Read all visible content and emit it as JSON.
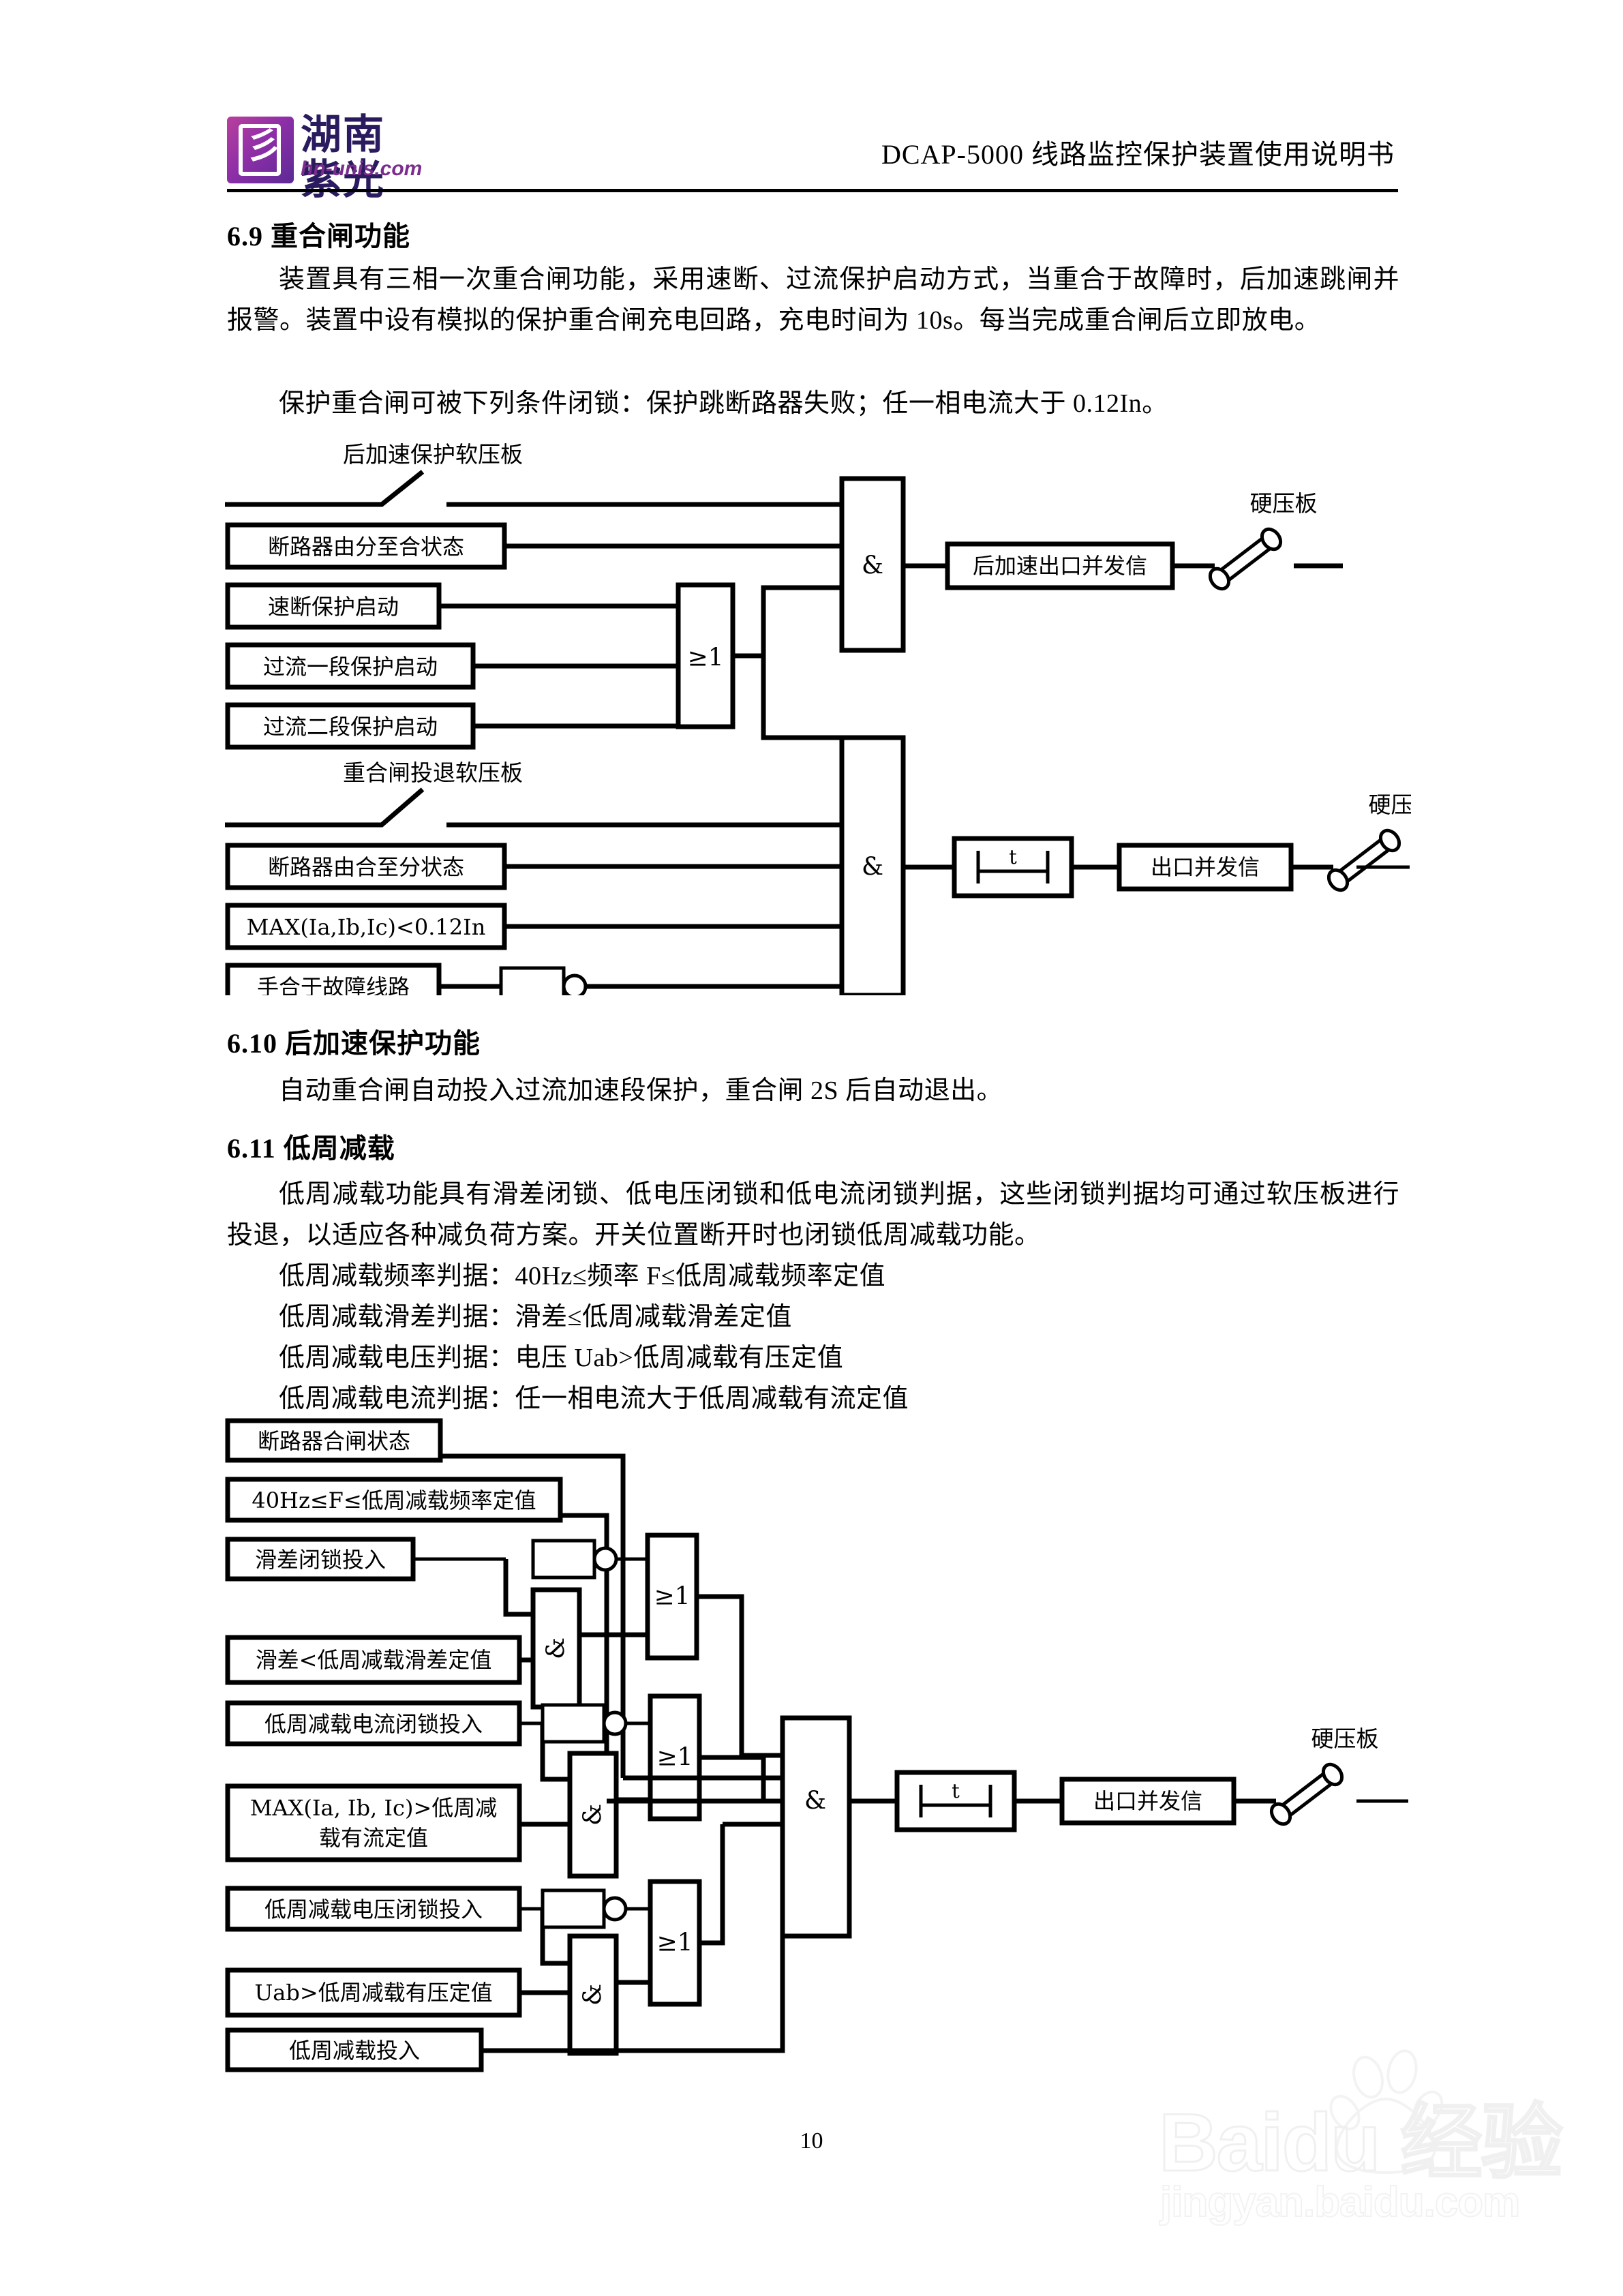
{
  "header": {
    "logo_cn": "湖南紫光",
    "logo_url": "hn-unis.com",
    "logo_bolt": "彡",
    "title": "DCAP-5000 线路监控保护装置使用说明书"
  },
  "sections": [
    {
      "number_title": "6.9  重合闸功能",
      "paragraphs": [
        "装置具有三相一次重合闸功能，采用速断、过流保护启动方式，当重合于故障时，后加速跳闸并报警。装置中设有模拟的保护重合闸充电回路，充电时间为 10s。每当完成重合闸后立即放电。",
        "保护重合闸可被下列条件闭锁：保护跳断路器失败；任一相电流大于 0.12In。"
      ]
    },
    {
      "number_title": "6.10  后加速保护功能",
      "paragraphs": [
        "自动重合闸自动投入过流加速段保护，重合闸 2S 后自动退出。"
      ]
    },
    {
      "number_title": "6.11  低周减载",
      "paragraphs": [
        "低周减载功能具有滑差闭锁、低电压闭锁和低电流闭锁判据，这些闭锁判据均可通过软压板进行投退，以适应各种减负荷方案。开关位置断开时也闭锁低周减载功能。"
      ],
      "criteria": [
        "低周减载频率判据：40Hz≤频率 F≤低周减载频率定值",
        "低周减载滑差判据：滑差≤低周减载滑差定值",
        "低周减载电压判据：电压 Uab>低周减载有压定值",
        "低周减载电流判据：任一相电流大于低周减载有流定值"
      ]
    }
  ],
  "diagram1": {
    "soft_plate_top": "后加速保护软压板",
    "soft_plate_mid": "重合闸投退软压板",
    "inputs": [
      "断路器由分至合状态",
      "速断保护启动",
      "过流一段保护启动",
      "过流二段保护启动",
      "断路器由合至分状态",
      "MAX(Ia,Ib,Ic)<0.12In",
      "手合于故障线路"
    ],
    "or_gate": "≥1",
    "and_gate": "&",
    "timer": "t",
    "out_top": "后加速出口并发信",
    "out_bottom": "出口并发信",
    "hard_plate": "硬压板"
  },
  "diagram2": {
    "inputs": [
      "断路器合闸状态",
      "40Hz≤F≤低周减载频率定值",
      "滑差闭锁投入",
      "滑差<低周减载滑差定值",
      "低周减载电流闭锁投入",
      "MAX(Ia, Ib, Ic)>低周减",
      "载有流定值",
      "低周减载电压闭锁投入",
      "Uab>低周减载有压定值",
      "低周减载投入"
    ],
    "or_gate": "≥1",
    "and_gate": "&",
    "timer": "t",
    "out": "出口并发信",
    "hard_plate": "硬压板"
  },
  "footer": {
    "page_number": "10",
    "watermark_main": "Baidu 经验",
    "watermark_sub": "jingyan.baidu.com"
  }
}
